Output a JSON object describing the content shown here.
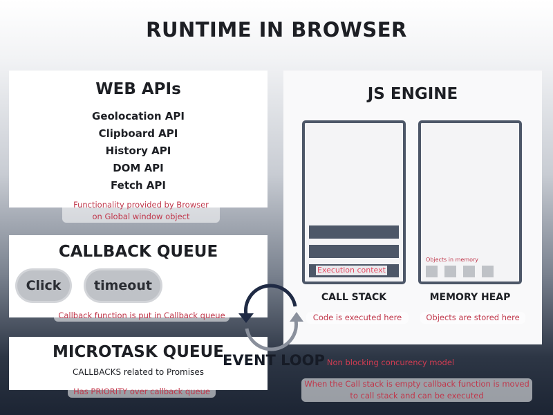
{
  "title": "RUNTIME IN BROWSER",
  "web_apis": {
    "heading": "WEB APIs",
    "items": [
      "Geolocation API",
      "Clipboard API",
      "History API",
      "DOM API",
      "Fetch API"
    ],
    "note_line1": "Functionality provided by Browser",
    "note_line2": "on Global window object"
  },
  "callback_queue": {
    "heading": "CALLBACK QUEUE",
    "items": [
      "Click",
      "timeout"
    ],
    "note": "Callback function is put in Callback queue"
  },
  "microtask_queue": {
    "heading": "MICROTASK QUEUE",
    "subtitle": "CALLBACKS related to Promises",
    "note": "Has PRIORITY over callback queue"
  },
  "js_engine": {
    "heading": "JS ENGINE",
    "call_stack": {
      "label": "CALL STACK",
      "execution_context": "Execution context",
      "note": "Code is executed here"
    },
    "memory_heap": {
      "label": "MEMORY HEAP",
      "objects_label": "Objects in memory",
      "note": "Objects are stored here"
    }
  },
  "event_loop": {
    "label": "EVENT LOOP",
    "note": "Non blocking concurency model",
    "description_line1": "When the Call stack is empty callback function is moved",
    "description_line2": "to call stack and can be executed"
  },
  "colors": {
    "annotation": "#c0374b",
    "dark_slate": "#4d5768",
    "loop_navy": "#1f2a44",
    "loop_gray": "#8a909c"
  }
}
